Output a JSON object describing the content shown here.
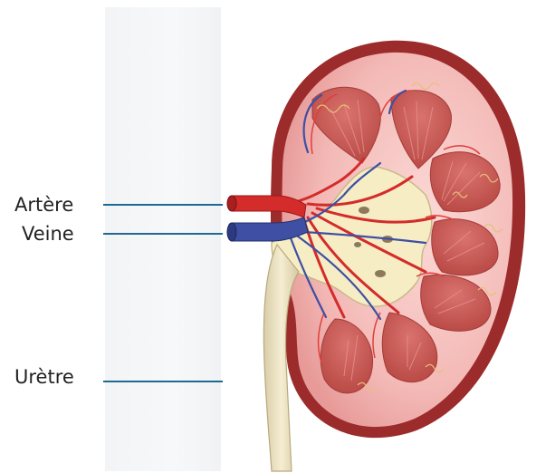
{
  "labels": {
    "artery": "Artère",
    "vein": "Veine",
    "ureter": "Urètre"
  },
  "colors": {
    "leader_line": "#1e6a93",
    "artery": "#d42b2b",
    "vein": "#3f4fa3",
    "capsule": "#9c2b2b",
    "cortex": "#f4b7b7",
    "pyramid": "#c95a57",
    "pelvis": "#f6edc4",
    "ureter": "#efe4c2"
  }
}
